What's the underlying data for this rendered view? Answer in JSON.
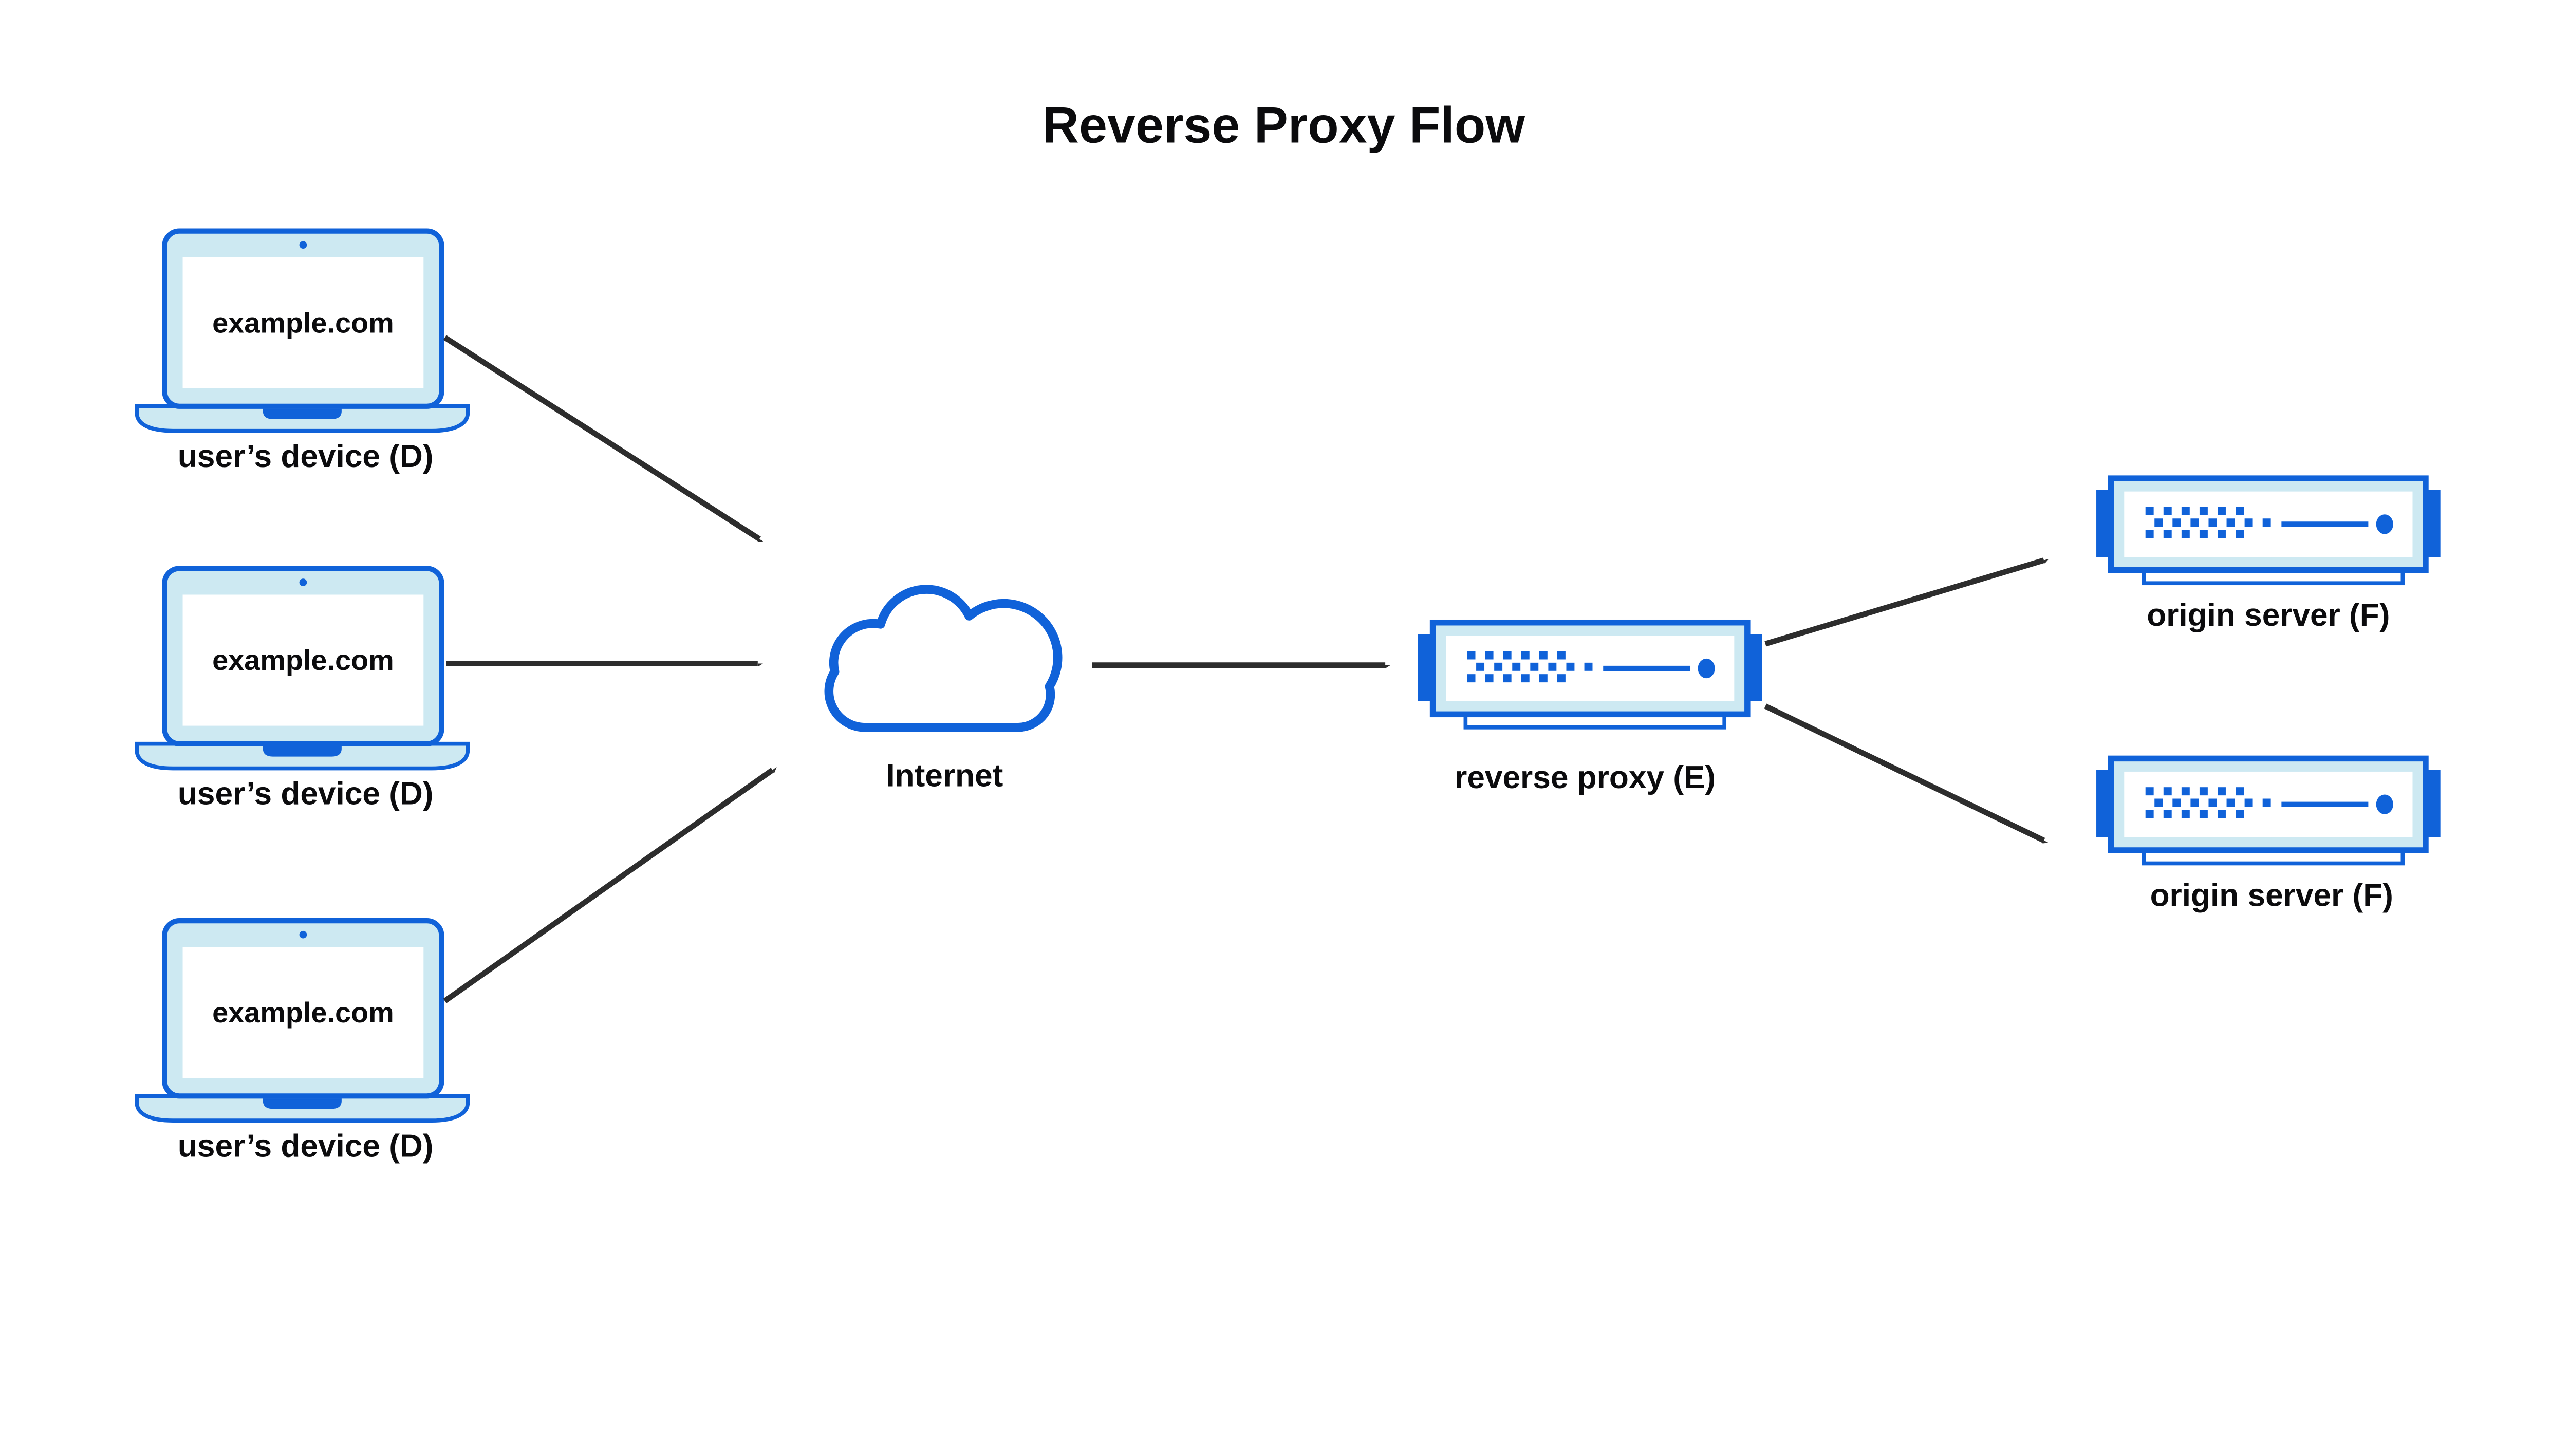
{
  "title": "Reverse Proxy Flow",
  "colors": {
    "accent_blue": "#1062d9",
    "light_blue_fill": "#cde9f2",
    "arrow_dark": "#2d2d2d",
    "text_dark": "#0b0b0d",
    "background": "#ffffff"
  },
  "nodes": {
    "devices": [
      {
        "screen_text": "example.com",
        "label": "user’s device (D)"
      },
      {
        "screen_text": "example.com",
        "label": "user’s device (D)"
      },
      {
        "screen_text": "example.com",
        "label": "user’s device (D)"
      }
    ],
    "internet": {
      "label": "Internet"
    },
    "reverse_proxy": {
      "label": "reverse proxy (E)"
    },
    "origin_servers": [
      {
        "label": "origin server (F)"
      },
      {
        "label": "origin server (F)"
      }
    ]
  },
  "edges": [
    {
      "from": "user-device-1",
      "to": "internet"
    },
    {
      "from": "user-device-2",
      "to": "internet"
    },
    {
      "from": "user-device-3",
      "to": "internet"
    },
    {
      "from": "internet",
      "to": "reverse-proxy"
    },
    {
      "from": "reverse-proxy",
      "to": "origin-server-1"
    },
    {
      "from": "reverse-proxy",
      "to": "origin-server-2"
    }
  ]
}
